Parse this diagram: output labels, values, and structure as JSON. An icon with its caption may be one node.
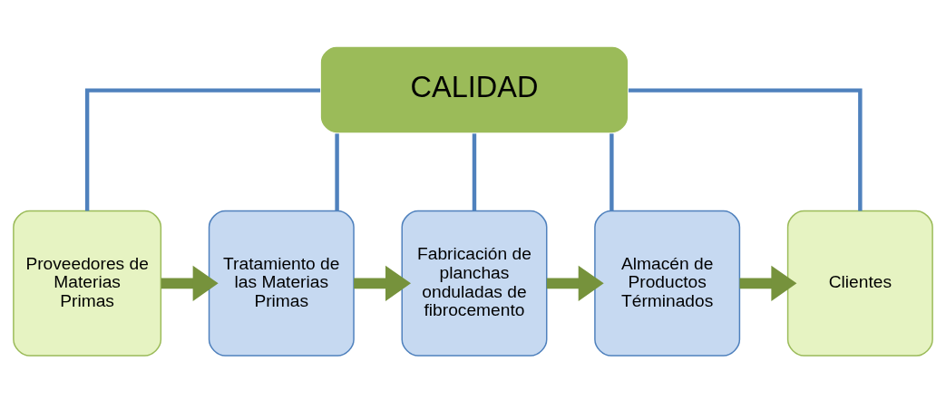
{
  "diagram": {
    "nodes": [
      {
        "text": [
          "CALIDAD"
        ]
      },
      {
        "text": [
          "Proveedores de Materias Primas"
        ]
      },
      {
        "text": [
          "Tratamiento de las Materias Primas"
        ]
      },
      {
        "text": [
          "Fabricación de planchas onduladas de fibrocemento"
        ]
      },
      {
        "text": [
          "Almacén de Productos Términados"
        ]
      },
      {
        "text": [
          "Clientes"
        ]
      }
    ],
    "edges": [
      {
        "from": 0,
        "to": 1,
        "arrow": "none"
      },
      {
        "from": 0,
        "to": 2,
        "arrow": "none"
      },
      {
        "from": 0,
        "to": 3,
        "arrow": "none"
      },
      {
        "from": 0,
        "to": 4,
        "arrow": "none"
      },
      {
        "from": 0,
        "to": 5,
        "arrow": "none"
      },
      {
        "from": 1,
        "to": 2,
        "arrow": "to",
        "style": "thick",
        "color": "#76923c"
      },
      {
        "from": 2,
        "to": 3,
        "arrow": "to",
        "style": "thick",
        "color": "#76923c"
      },
      {
        "from": 3,
        "to": 4,
        "arrow": "to",
        "style": "thick",
        "color": "#76923c"
      },
      {
        "from": 4,
        "to": 5,
        "arrow": "to",
        "style": "thick",
        "color": "#76923c"
      }
    ]
  }
}
